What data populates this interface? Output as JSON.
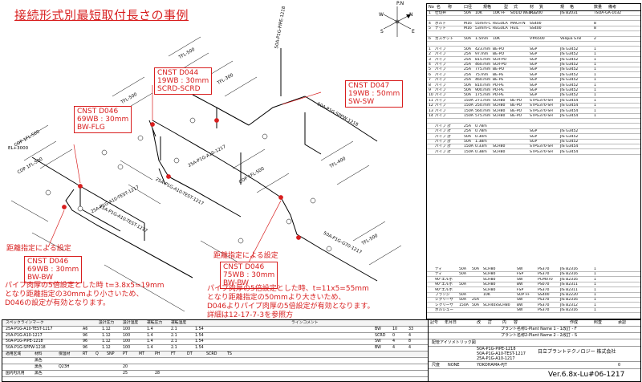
{
  "title": "接続形式別最短取付長さの事例",
  "compass": {
    "n": "P.N",
    "n2": "N",
    "w": "W",
    "e": "E",
    "s": "S"
  },
  "callouts": [
    {
      "id": "c1",
      "lines": [
        "CNST D044",
        "19WB : 30mm",
        "SCRD-SCRD"
      ]
    },
    {
      "id": "c2",
      "lines": [
        "CNST D047",
        "19WB : 50mm",
        "SW-SW"
      ]
    },
    {
      "id": "c3",
      "lines": [
        "CNST D046",
        "69WB : 30mm",
        "BW-FLG"
      ]
    },
    {
      "id": "c4",
      "lines": [
        "CNST D046",
        "69WB : 30mm",
        "BW-BW"
      ]
    },
    {
      "id": "c5",
      "lines": [
        "CNST D046",
        "75WB : 30mm",
        "BW-BW"
      ]
    }
  ],
  "notes": {
    "left_heading": "距離指定による設定",
    "left_body": [
      "パイプ肉厚の5倍設定とした時 t=3.8x5=19mm",
      "となり距離指定の30mmより小さいため、",
      "D046の設定が有効となります。"
    ],
    "right_heading": "距離指定による設定",
    "right_body": [
      "パイプ肉厚の5倍設定とした時、t=11x5=55mm",
      "となり距離指定の50mmより大きいため、",
      "D046よりパイプ肉厚の5倍設定が有効となります。",
      "詳細は12-17-7-3を参照方"
    ]
  },
  "pipe_labels": {
    "l1": "50A-P1G-PIPE-1218",
    "l2": "25A-P1G-A10-1217",
    "l3": "25A-P1G-A10-TEST-1217",
    "l4": "25A-P1G-A10-TEST-1217",
    "l5": "25A-P1G-A10-TEST-1217",
    "l6": "50A-P1G-SPPW-1218",
    "l7": "50A-P1G-G70-1217",
    "d1": "COP 1FL-500",
    "d2": "TFL-500",
    "d3": "TFL-500",
    "d4": "CDP 1FL-500",
    "d5": "TFL-300",
    "d6": "TFL-400",
    "d7": "COP 1FL-500",
    "d8": "TFL-500",
    "d9": "EL+3000"
  },
  "bom": {
    "header": [
      "No",
      "名",
      "称",
      "口径",
      "規格",
      "型",
      "式",
      "材",
      "質",
      "規",
      "格",
      "数量",
      "備考"
    ],
    "rows": [
      [
        "1",
        "仕切弁",
        "50A",
        "10K",
        "10K FF",
        "SOLID WEDGE",
        "FC 200",
        "JIS B2031",
        "TSOA-GA-1032"
      ],
      [
        "",
        "",
        "",
        "",
        "",
        "",
        "",
        "",
        ""
      ],
      [
        "4",
        "ボルト",
        "M16",
        "55mm-C",
        "REGULA",
        "MACH N",
        "SS400",
        "",
        "8"
      ],
      [
        "5",
        "ナット",
        "M16",
        "53mm-C",
        "REGULA",
        "HEIL",
        "SS400",
        "",
        "8"
      ],
      [
        "",
        "",
        "",
        "",
        "",
        "",
        "",
        "",
        ""
      ],
      [
        "6",
        "ガスケット",
        "50A",
        "1.5mm",
        "10K",
        "",
        "V#6500",
        "Valqua S7B",
        "2"
      ],
      [
        "",
        "",
        "",
        "",
        "",
        "",
        "",
        "",
        ""
      ],
      [
        "1",
        "パイプ",
        "50A",
        "423.mm",
        "BE-PO",
        "",
        "SGP",
        "JIS G3452",
        "1"
      ],
      [
        "2",
        "パイプ",
        "25A",
        "97.mm",
        "BE-PO",
        "",
        "SGP",
        "JIS G3452",
        "1"
      ],
      [
        "3",
        "パイプ",
        "25A",
        "815.mm",
        "SCR-PO",
        "",
        "SGP",
        "JIS G3452",
        "1"
      ],
      [
        "4",
        "パイプ",
        "25A",
        "460.mm",
        "SCR-PO",
        "",
        "SGP",
        "JIS G3452",
        "1"
      ],
      [
        "5",
        "パイプ",
        "25A",
        "775.mm",
        "BE-PO",
        "",
        "SGP",
        "JIS G3452",
        "1"
      ],
      [
        "6",
        "パイプ",
        "25A",
        "75.mm",
        "BE-PE",
        "",
        "SGP",
        "JIS G3452",
        "1"
      ],
      [
        "7",
        "パイプ",
        "25A",
        "460.mm",
        "BE-PE",
        "",
        "SGP",
        "JIS G3452",
        "1"
      ],
      [
        "8",
        "パイプ",
        "50A",
        "810.mm",
        "PO-PE",
        "",
        "SGP",
        "JIS G3452",
        "1"
      ],
      [
        "9",
        "パイプ",
        "50A",
        "900.mm",
        "PO-PE",
        "",
        "SGP",
        "JIS G3452",
        "1"
      ],
      [
        "10",
        "パイプ",
        "50A",
        "175.mm",
        "PO-PE",
        "",
        "SGP",
        "JIS G3452",
        "1"
      ],
      [
        "11",
        "パイプ",
        "150A",
        "271.mm",
        "SCH80",
        "BE-PO",
        "STPG370-SH",
        "JIS G3454",
        "1"
      ],
      [
        "12",
        "パイプ",
        "150A",
        "250.mm",
        "SCH80",
        "BE-PO",
        "STPG370-SH",
        "JIS G3454",
        "1"
      ],
      [
        "13",
        "パイプ",
        "150A",
        "560.mm",
        "SCH80",
        "BE-PO",
        "STPG370-SH",
        "JIS G3454",
        "1"
      ],
      [
        "14",
        "パイプ",
        "150A",
        "575.mm",
        "SCH80",
        "BE-PO",
        "STPG370-SH",
        "JIS G3454",
        "1"
      ],
      [
        "",
        "",
        "",
        "",
        "",
        "",
        "",
        "",
        ""
      ],
      [
        "",
        "パイプ 計",
        "25A",
        "0.78m",
        "",
        "",
        "",
        "",
        ""
      ],
      [
        "",
        "パイプ 計",
        "25A",
        "0.78m",
        "",
        "",
        "SGP",
        "JIS G3452",
        ""
      ],
      [
        "",
        "パイプ 計",
        "50A",
        "0.30m",
        "",
        "",
        "SGP",
        "JIS G3452",
        ""
      ],
      [
        "",
        "パイプ 計",
        "50A",
        "1.38m",
        "",
        "",
        "SGP",
        "JIS G3452",
        ""
      ],
      [
        "",
        "パイプ 計",
        "150A",
        "0.33m",
        "SCH80",
        "",
        "STPG370-SH",
        "JIS G3454",
        ""
      ],
      [
        "",
        "パイプ 計",
        "150A",
        "0.38m",
        "SCH80",
        "",
        "STPG370-SH",
        "JIS G3454",
        ""
      ]
    ],
    "bottom_rows": [
      [
        "",
        "ティ",
        "50A",
        "50A",
        "SCH80",
        "",
        "SW",
        "PS370",
        "JIS B2316",
        "1"
      ],
      [
        "",
        "ティ",
        "50A",
        "",
        "SCH80",
        "",
        "FSP",
        "PS370",
        "JIS B2316",
        "1"
      ],
      [
        "",
        "90°エルボ",
        "",
        "",
        "SCH80",
        "",
        "SW",
        "PCM070",
        "JIS B2316",
        "1"
      ],
      [
        "",
        "90°エルボ",
        "50A",
        "",
        "SCH80",
        "",
        "BW",
        "PS070",
        "JIS B2311",
        "1"
      ],
      [
        "",
        "90°エルボ",
        "",
        "",
        "SCH80",
        "",
        "FSP",
        "PS370",
        "JIS B2311",
        "1"
      ],
      [
        "",
        "フランジ",
        "50A",
        "",
        "10K",
        "",
        "SOP FF",
        "SS400",
        "JIS B2220",
        "1"
      ],
      [
        "",
        "シクリーザ",
        "50A",
        "25A",
        "",
        "",
        "SW",
        "PS370",
        "JIS B2316",
        "1"
      ],
      [
        "",
        "シクリーザ",
        "150A",
        "50A",
        "SCH40xSCH80",
        "",
        "BW",
        "PS370",
        "JIS B2312",
        "1"
      ],
      [
        "",
        "ボルシュー",
        "",
        "",
        "",
        "",
        "SW",
        "PS370",
        "JIS B2316",
        "1"
      ]
    ]
  },
  "bottom_table": {
    "header": [
      "スペックラインマーク",
      "",
      "",
      "設計圧力",
      "設計温度",
      "運転圧力",
      "運転温度",
      "",
      "",
      "ラインコメント",
      "",
      "",
      ""
    ],
    "rows": [
      [
        "25A-P1G-A10-TEST-1217",
        "A6",
        "1.12",
        "100",
        "1.4",
        "2.1",
        "1.54",
        "BW",
        "10",
        "33"
      ],
      [
        "25A-P1G-A10-1217",
        "96",
        "1.12",
        "100",
        "1.4",
        "2.1",
        "1.54",
        "SCRD",
        "0",
        "4"
      ],
      [
        "50A-P1G-PIPE-1218",
        "96",
        "1.12",
        "100",
        "1.4",
        "2.1",
        "1.54",
        "SW",
        "4",
        "8"
      ],
      [
        "50A-P1G-SPPW-1218",
        "96",
        "1.12",
        "100",
        "1.4",
        "2.1",
        "1.54",
        "BW",
        "4",
        "4"
      ]
    ],
    "sub_header": [
      "適用区域",
      "材料",
      "保温材",
      "RT",
      "Q",
      "SNP",
      "PT",
      "MT",
      "PH",
      "FT",
      "DT",
      "SCRD",
      "TS"
    ],
    "sub_rows": [
      [
        "",
        "黒色",
        "",
        "",
        "",
        "",
        "",
        "",
        "",
        "",
        "",
        "",
        ""
      ],
      [
        "",
        "黒色",
        "Q23H",
        "",
        "",
        "",
        "20",
        "",
        "",
        "",
        "",
        "",
        ""
      ],
      [
        "国内PJ汎用",
        "黒色",
        "",
        "",
        "",
        "",
        "25",
        "",
        "28",
        "",
        "",
        "",
        ""
      ]
    ]
  },
  "titleblock": {
    "rev_header": [
      "記号",
      "年月日",
      "改",
      "訂",
      "内",
      "容",
      "作成",
      "照査",
      "承認"
    ],
    "project1": "プラント名称1-Plant Name 1 - 1改訂 - F",
    "project2": "プラント名称2-Plant Name 2 - 2改訂 - S",
    "drawing_title": "配管アイソメトリック図",
    "lines": [
      "50A-P1G-PIPE-1218",
      "50A-P1G-A10-TEST-1217",
      "25A-P1G-A10-1217"
    ],
    "company": "日立プラントテクノロジー 株式会社",
    "scale_label": "尺度",
    "scale": "NONE",
    "site": "YOKOHAMA-PJT",
    "sheet": "0",
    "drawing_no": "Ver.6.8x-Lu#06-1217"
  }
}
